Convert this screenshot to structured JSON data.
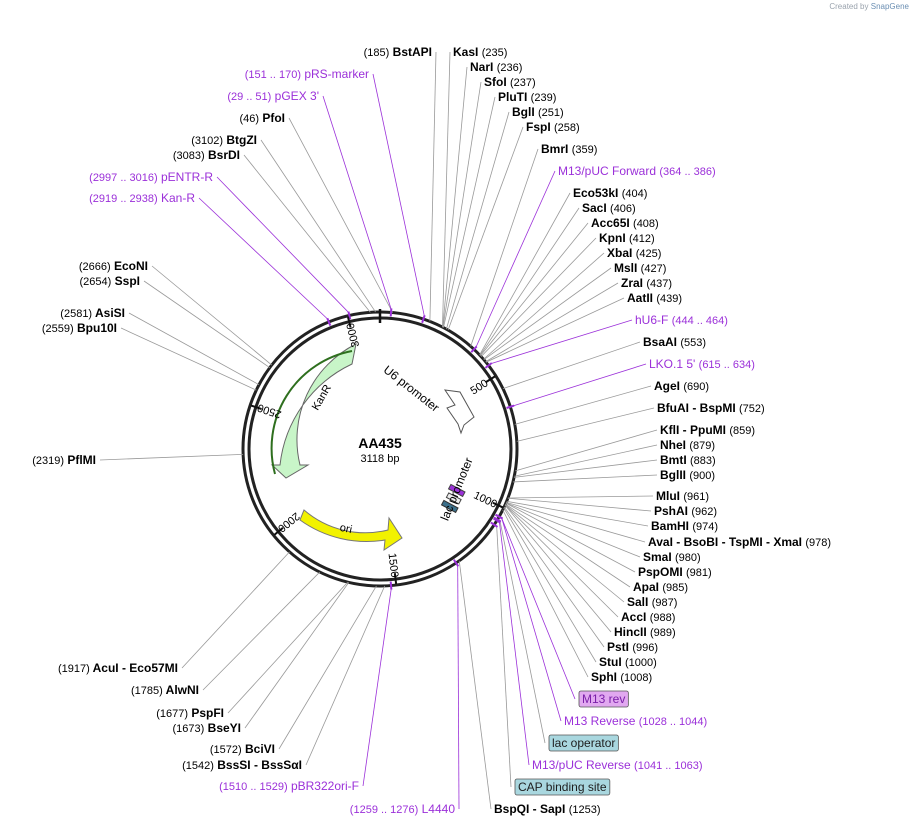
{
  "credit": {
    "prefix": "Created by",
    "brand": "SnapGene"
  },
  "plasmid": {
    "name": "AA435",
    "length": "3118 bp"
  },
  "ticks": [
    "3000",
    "2500",
    "2000",
    "1500",
    "1000",
    "500"
  ],
  "features": {
    "u6": "U6 promoter",
    "lac": "lac promoter",
    "kanr": "KanR",
    "ori": "ori"
  },
  "labels": [
    {
      "t": "(185)  BstAPI",
      "c": "s"
    },
    {
      "t": "KasI  (235)",
      "c": "s"
    },
    {
      "t": "NarI  (236)",
      "c": "s"
    },
    {
      "t": "SfoI  (237)",
      "c": "s"
    },
    {
      "t": "PluTI  (239)",
      "c": "s"
    },
    {
      "t": "BglI  (251)",
      "c": "s"
    },
    {
      "t": "FspI  (258)",
      "c": "s"
    },
    {
      "t": "BmrI  (359)",
      "c": "s"
    },
    {
      "t": "M13/pUC Forward  (364 .. 386)",
      "c": "p"
    },
    {
      "t": "Eco53kI  (404)",
      "c": "s"
    },
    {
      "t": "SacI  (406)",
      "c": "s"
    },
    {
      "t": "Acc65I  (408)",
      "c": "s"
    },
    {
      "t": "KpnI  (412)",
      "c": "s"
    },
    {
      "t": "XbaI  (425)",
      "c": "s"
    },
    {
      "t": "MslI  (427)",
      "c": "s"
    },
    {
      "t": "ZraI  (437)",
      "c": "s"
    },
    {
      "t": "AatII  (439)",
      "c": "s"
    },
    {
      "t": "hU6-F  (444 .. 464)",
      "c": "p"
    },
    {
      "t": "BsaAI  (553)",
      "c": "s"
    },
    {
      "t": "LKO.1 5'  (615 .. 634)",
      "c": "p"
    },
    {
      "t": "AgeI  (690)",
      "c": "s"
    },
    {
      "t": "BfuAI - BspMI  (752)",
      "c": "s"
    },
    {
      "t": "KflI - PpuMI  (859)",
      "c": "s"
    },
    {
      "t": "NheI  (879)",
      "c": "s"
    },
    {
      "t": "BmtI  (883)",
      "c": "s"
    },
    {
      "t": "BglII  (900)",
      "c": "s"
    },
    {
      "t": "MluI  (961)",
      "c": "s"
    },
    {
      "t": "PshAI  (962)",
      "c": "s"
    },
    {
      "t": "BamHI  (974)",
      "c": "s"
    },
    {
      "t": "AvaI - BsoBI - TspMI - XmaI  (978)",
      "c": "s"
    },
    {
      "t": "SmaI  (980)",
      "c": "s"
    },
    {
      "t": "PspOMI  (981)",
      "c": "s"
    },
    {
      "t": "ApaI  (985)",
      "c": "s"
    },
    {
      "t": "SalI  (987)",
      "c": "s"
    },
    {
      "t": "AccI  (988)",
      "c": "s"
    },
    {
      "t": "HincII  (989)",
      "c": "s"
    },
    {
      "t": "PstI  (996)",
      "c": "s"
    },
    {
      "t": "StuI  (1000)",
      "c": "s"
    },
    {
      "t": "SphI  (1008)",
      "c": "s"
    },
    {
      "t": "M13 rev",
      "c": "pb"
    },
    {
      "t": "M13 Reverse  (1028 .. 1044)",
      "c": "p"
    },
    {
      "t": "lac operator",
      "c": "tb"
    },
    {
      "t": "M13/pUC Reverse  (1041 .. 1063)",
      "c": "p"
    },
    {
      "t": "CAP binding site",
      "c": "tb"
    },
    {
      "t": "BspQI - SapI  (1253)",
      "c": "s"
    },
    {
      "t": "(1259 .. 1276)  L4440",
      "c": "p"
    },
    {
      "t": "(1510 .. 1529)  pBR322ori-F",
      "c": "p"
    },
    {
      "t": "(1542)  BssSI - BssSαI",
      "c": "s"
    },
    {
      "t": "(1572)  BciVI",
      "c": "s"
    },
    {
      "t": "(1673)  BseYI",
      "c": "s"
    },
    {
      "t": "(1677)  PspFI",
      "c": "s"
    },
    {
      "t": "(1785)  AlwNI",
      "c": "s"
    },
    {
      "t": "(1917)  AcuI - Eco57MI",
      "c": "s"
    },
    {
      "t": "(2319)  PflMI",
      "c": "s"
    },
    {
      "t": "(2559)  Bpu10I",
      "c": "s"
    },
    {
      "t": "(2581)  AsiSI",
      "c": "s"
    },
    {
      "t": "(2654)  SspI",
      "c": "s"
    },
    {
      "t": "(2666)  EcoNI",
      "c": "s"
    },
    {
      "t": "(2919 .. 2938)  Kan-R",
      "c": "p"
    },
    {
      "t": "(2997 .. 3016)  pENTR-R",
      "c": "p"
    },
    {
      "t": "(3083)  BsrDI",
      "c": "s"
    },
    {
      "t": "(3102)  BtgZI",
      "c": "s"
    },
    {
      "t": "(46)  PfoI",
      "c": "s"
    },
    {
      "t": "(29 .. 51)  pGEX 3'",
      "c": "p"
    },
    {
      "t": "(151 .. 170)  pRS-marker",
      "c": "p"
    }
  ],
  "colors": {
    "site": "#000000",
    "primer": "#9b30d9",
    "ring": "#222222",
    "kanr": "#c8f5c8",
    "ori": "#f2f200",
    "rev_box": "#e1a8f0",
    "blue_box": "#a9d7df",
    "line": "#999999"
  }
}
